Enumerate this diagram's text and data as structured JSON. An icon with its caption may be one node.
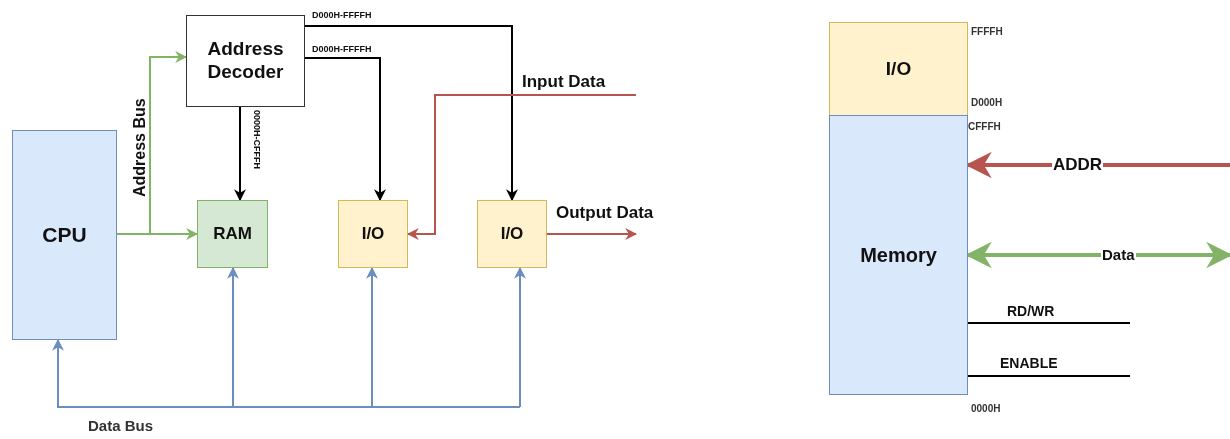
{
  "diagram": {
    "nodes": [
      {
        "text": [
          "Address Decoder"
        ]
      },
      {
        "text": [
          "CPU"
        ]
      },
      {
        "text": [
          "RAM"
        ]
      },
      {
        "text": [
          "I/O"
        ]
      },
      {
        "text": [
          "I/O"
        ]
      },
      {
        "text": [
          "I/O"
        ],
        "beside": [
          "FFFFH",
          "D000H"
        ]
      },
      {
        "text": [
          "Memory"
        ],
        "beside": [
          "CFFFH",
          "0000H"
        ]
      }
    ],
    "edges": [
      {
        "from": 1,
        "to": 0,
        "arrow": "to",
        "label": "Address Bus",
        "color": "#82b366"
      },
      {
        "from": 1,
        "to": 2,
        "arrow": "to",
        "color": "#82b366"
      },
      {
        "from": 0,
        "to": 2,
        "arrow": "to",
        "label": "0000H-CFFFH",
        "color": "#000000"
      },
      {
        "from": 0,
        "to": 3,
        "arrow": "to",
        "label": "D000H-FFFFH",
        "color": "#000000"
      },
      {
        "from": 0,
        "to": 4,
        "arrow": "to",
        "label": "D000H-FFFFH",
        "color": "#000000"
      },
      {
        "from": null,
        "to": 3,
        "arrow": "to",
        "label": "Input Data",
        "color": "#b85450"
      },
      {
        "from": 4,
        "to": null,
        "arrow": "to",
        "label": "Output Data",
        "color": "#b85450"
      },
      {
        "from": null,
        "to": 1,
        "arrow": "to",
        "color": "#6c8ebf"
      },
      {
        "from": null,
        "to": 2,
        "arrow": "to",
        "color": "#6c8ebf"
      },
      {
        "from": null,
        "to": 3,
        "arrow": "to",
        "color": "#6c8ebf"
      },
      {
        "from": null,
        "to": 4,
        "arrow": "to",
        "color": "#6c8ebf"
      },
      {
        "from": null,
        "to": 6,
        "arrow": "to",
        "label": "ADDR",
        "style": "thick",
        "color": "#b85450"
      },
      {
        "from": null,
        "to": 6,
        "arrow": "both",
        "label": "Data",
        "style": "thick",
        "color": "#82b366"
      },
      {
        "from": 6,
        "to": null,
        "arrow": "none",
        "label": "RD/WR",
        "color": "#000000"
      },
      {
        "from": 6,
        "to": null,
        "arrow": "none",
        "label": "ENABLE",
        "color": "#000000"
      }
    ],
    "labels": [
      "Data Bus"
    ]
  }
}
